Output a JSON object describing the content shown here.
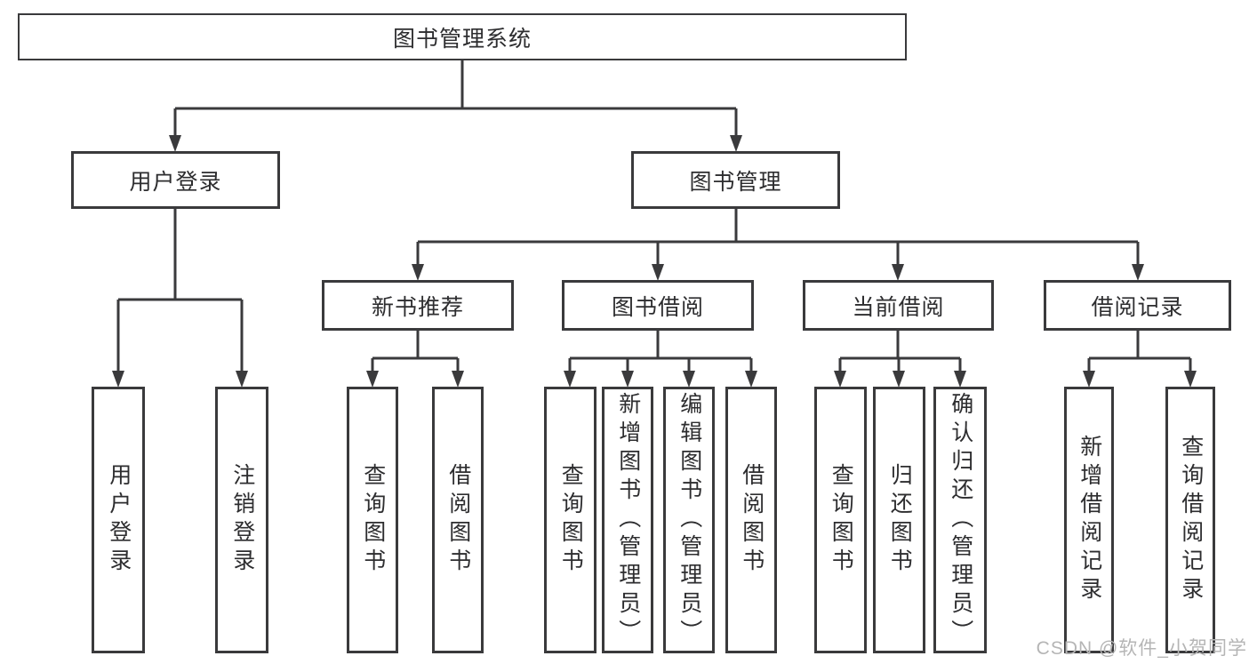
{
  "diagram": {
    "tree": {
      "label": "图书管理系统",
      "children": [
        {
          "label": "用户登录",
          "children": [
            {
              "label": "用户登录"
            },
            {
              "label": "注销登录"
            }
          ]
        },
        {
          "label": "图书管理",
          "children": [
            {
              "label": "新书推荐",
              "children": [
                {
                  "label": "查询图书"
                },
                {
                  "label": "借阅图书"
                }
              ]
            },
            {
              "label": "图书借阅",
              "children": [
                {
                  "label": "查询图书"
                },
                {
                  "label": "新增图书（管理员）"
                },
                {
                  "label": "编辑图书（管理员）"
                },
                {
                  "label": "借阅图书"
                }
              ]
            },
            {
              "label": "当前借阅",
              "children": [
                {
                  "label": "查询图书"
                },
                {
                  "label": "归还图书"
                },
                {
                  "label": "确认归还（管理员）"
                }
              ]
            },
            {
              "label": "借阅记录",
              "children": [
                {
                  "label": "新增借阅记录"
                },
                {
                  "label": "查询借阅记录"
                }
              ]
            }
          ]
        }
      ]
    },
    "colors": {
      "line": "#3a3a3c",
      "box_border": "#3a3a3c",
      "text": "#2d2d2f",
      "watermark": "#b5b5b5",
      "background": "#ffffff"
    }
  },
  "watermark": {
    "text": "CSDN @软件_小贺同学"
  }
}
